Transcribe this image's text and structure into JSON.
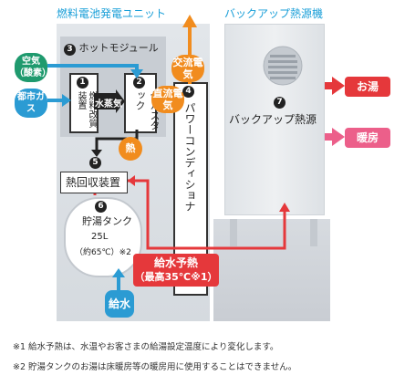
{
  "titles": {
    "unit": "燃料電池発電ユニット",
    "backup": "バックアップ熱源機"
  },
  "hot_module": {
    "num": "3",
    "label": "ホットモジュール"
  },
  "reformer": {
    "num": "1",
    "label": "燃料改質装置"
  },
  "stack": {
    "num": "2",
    "label": "セルスタック"
  },
  "water_vapor": "水蒸気",
  "inputs": {
    "air": "空気（酸素）",
    "gas": "都市ガス",
    "water": "給水"
  },
  "outputs": {
    "ac": "交流電気",
    "dc": "直流電気",
    "heat": "熱"
  },
  "power_conditioner": {
    "num": "4",
    "label": "パワーコンディショナ"
  },
  "heat_recovery": {
    "num": "5",
    "label": "熱回収装置"
  },
  "tank": {
    "num": "6",
    "label_line1": "貯湯タンク",
    "capacity": "25L",
    "temp": "（約65℃）",
    "footnote_ref": "※2"
  },
  "backup_unit": {
    "num": "7",
    "label": "バックアップ熱源"
  },
  "feed_preheat": {
    "line1": "給水予熱",
    "line2": "（最高35℃※1）"
  },
  "results": {
    "hot_water": "お湯",
    "heating": "暖房"
  },
  "notes": [
    "※1 給水予熱は、水温やお客さまの給湯設定温度により変化します。",
    "※2 貯湯タンクのお湯は床暖房等の暖房用に使用することはできません。"
  ],
  "colors": {
    "blue": "#2b9bd3",
    "green": "#1f9a6e",
    "orange": "#f18c1e",
    "red": "#e5383b",
    "pink": "#ec5f8a"
  }
}
